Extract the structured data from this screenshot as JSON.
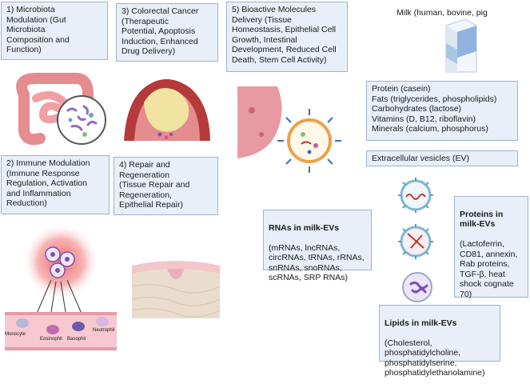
{
  "boxes": {
    "microbiota": "1) Microbiota\nModulation (Gut\nMicrobiota\nComposition and\nFunction)",
    "colorectal": "3) Colorectal Cancer\n(Therapeutic\nPotential, Apoptosis\nInduction, Enhanced\nDrug Delivery)",
    "bioactive": "5) Bioactive Molecules\nDelivery  (Tissue\nHomeostasis, Epithelial Cell\nGrowth, Intestinal\nDevelopment, Reduced Cell\nDeath, Stem Cell Activity)",
    "immune": "2) Immune Modulation\n(Immune Response\nRegulation, Activation\nand Inflammation\nReduction)",
    "repair": "4) Repair and\nRegeneration\n(Tissue Repair and\nRegeneration,\nEpithelial Repair)",
    "composition": "Protein (casein)\nFats (triglycerides, phospholipids)\nCarbohydrates (lactose)\nVitamins (D, B12, riboflavin)\nMinerals (calcium, phosphorus)",
    "ev": "Extracellular vesicles (EV)",
    "rnas_title": "RNAs in milk-EVs",
    "rnas_body": "(mRNAs, lncRNAs,\ncircRNAs, tRNAs, rRNAs,\nsnRNAs, snoRNAs,\nscRNAs, SRP RNAs)",
    "proteins_title": "Proteins in\nmilk-EVs",
    "proteins_body": "(Lactoferrin,\nCD81, annexin,\nRab proteins,\nTGF-β, heat\nshock cognate\n70)",
    "lipids_title": "Lipids in milk-EVs",
    "lipids_body": "(Cholesterol,\nphosphatidylcholine,\nphosphatidylserine,\nphosphatidylethanolamine)"
  },
  "milk_label": "Milk (human, bovine, pig",
  "cells": {
    "monocyte": "Monocyte",
    "eosinophil": "Eosinophil",
    "basophil": "Basophil",
    "neutrophil": "Neutrophil"
  },
  "colors": {
    "box_fill": "#e8eff8",
    "box_border": "#9db4cf",
    "tissue_pink": "#e89aa3",
    "tumor_red": "#b53a3a",
    "tumor_yellow": "#f1e3a0",
    "ev_border": "#e9a24a"
  }
}
